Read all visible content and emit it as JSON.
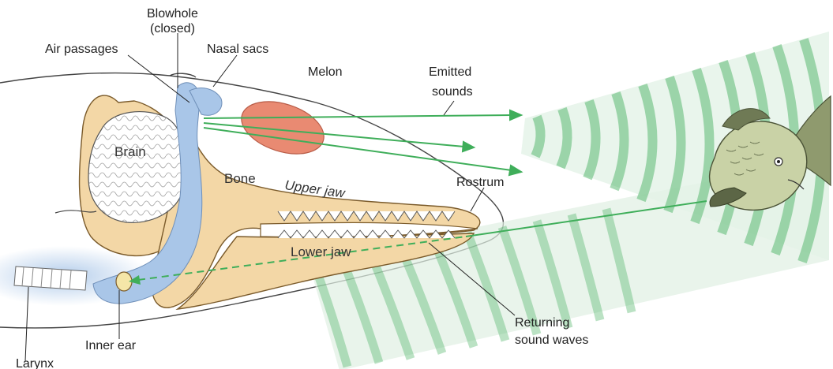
{
  "labels": {
    "blowhole_line1": "Blowhole",
    "blowhole_line2": "(closed)",
    "air_passages": "Air passages",
    "nasal_sacs": "Nasal sacs",
    "melon": "Melon",
    "emitted_line1": "Emitted",
    "emitted_line2": "sounds",
    "brain": "Brain",
    "bone": "Bone",
    "upper_jaw": "Upper jaw",
    "rostrum": "Rostrum",
    "lower_jaw": "Lower jaw",
    "returning_line1": "Returning",
    "returning_line2": "sound waves",
    "inner_ear": "Inner ear",
    "larynx": "Larynx"
  },
  "colors": {
    "bone": "#f3d7a6",
    "bone_outline": "#7a5a2a",
    "air_passage": "#a9c6e8",
    "melon": "#e98a72",
    "sound_wave": "#3fae5a",
    "fish_body": "#c9d2a6",
    "fish_fin": "#6f7a55"
  },
  "icons": {
    "fish": "fish-icon",
    "head": "dolphin-head-icon"
  }
}
